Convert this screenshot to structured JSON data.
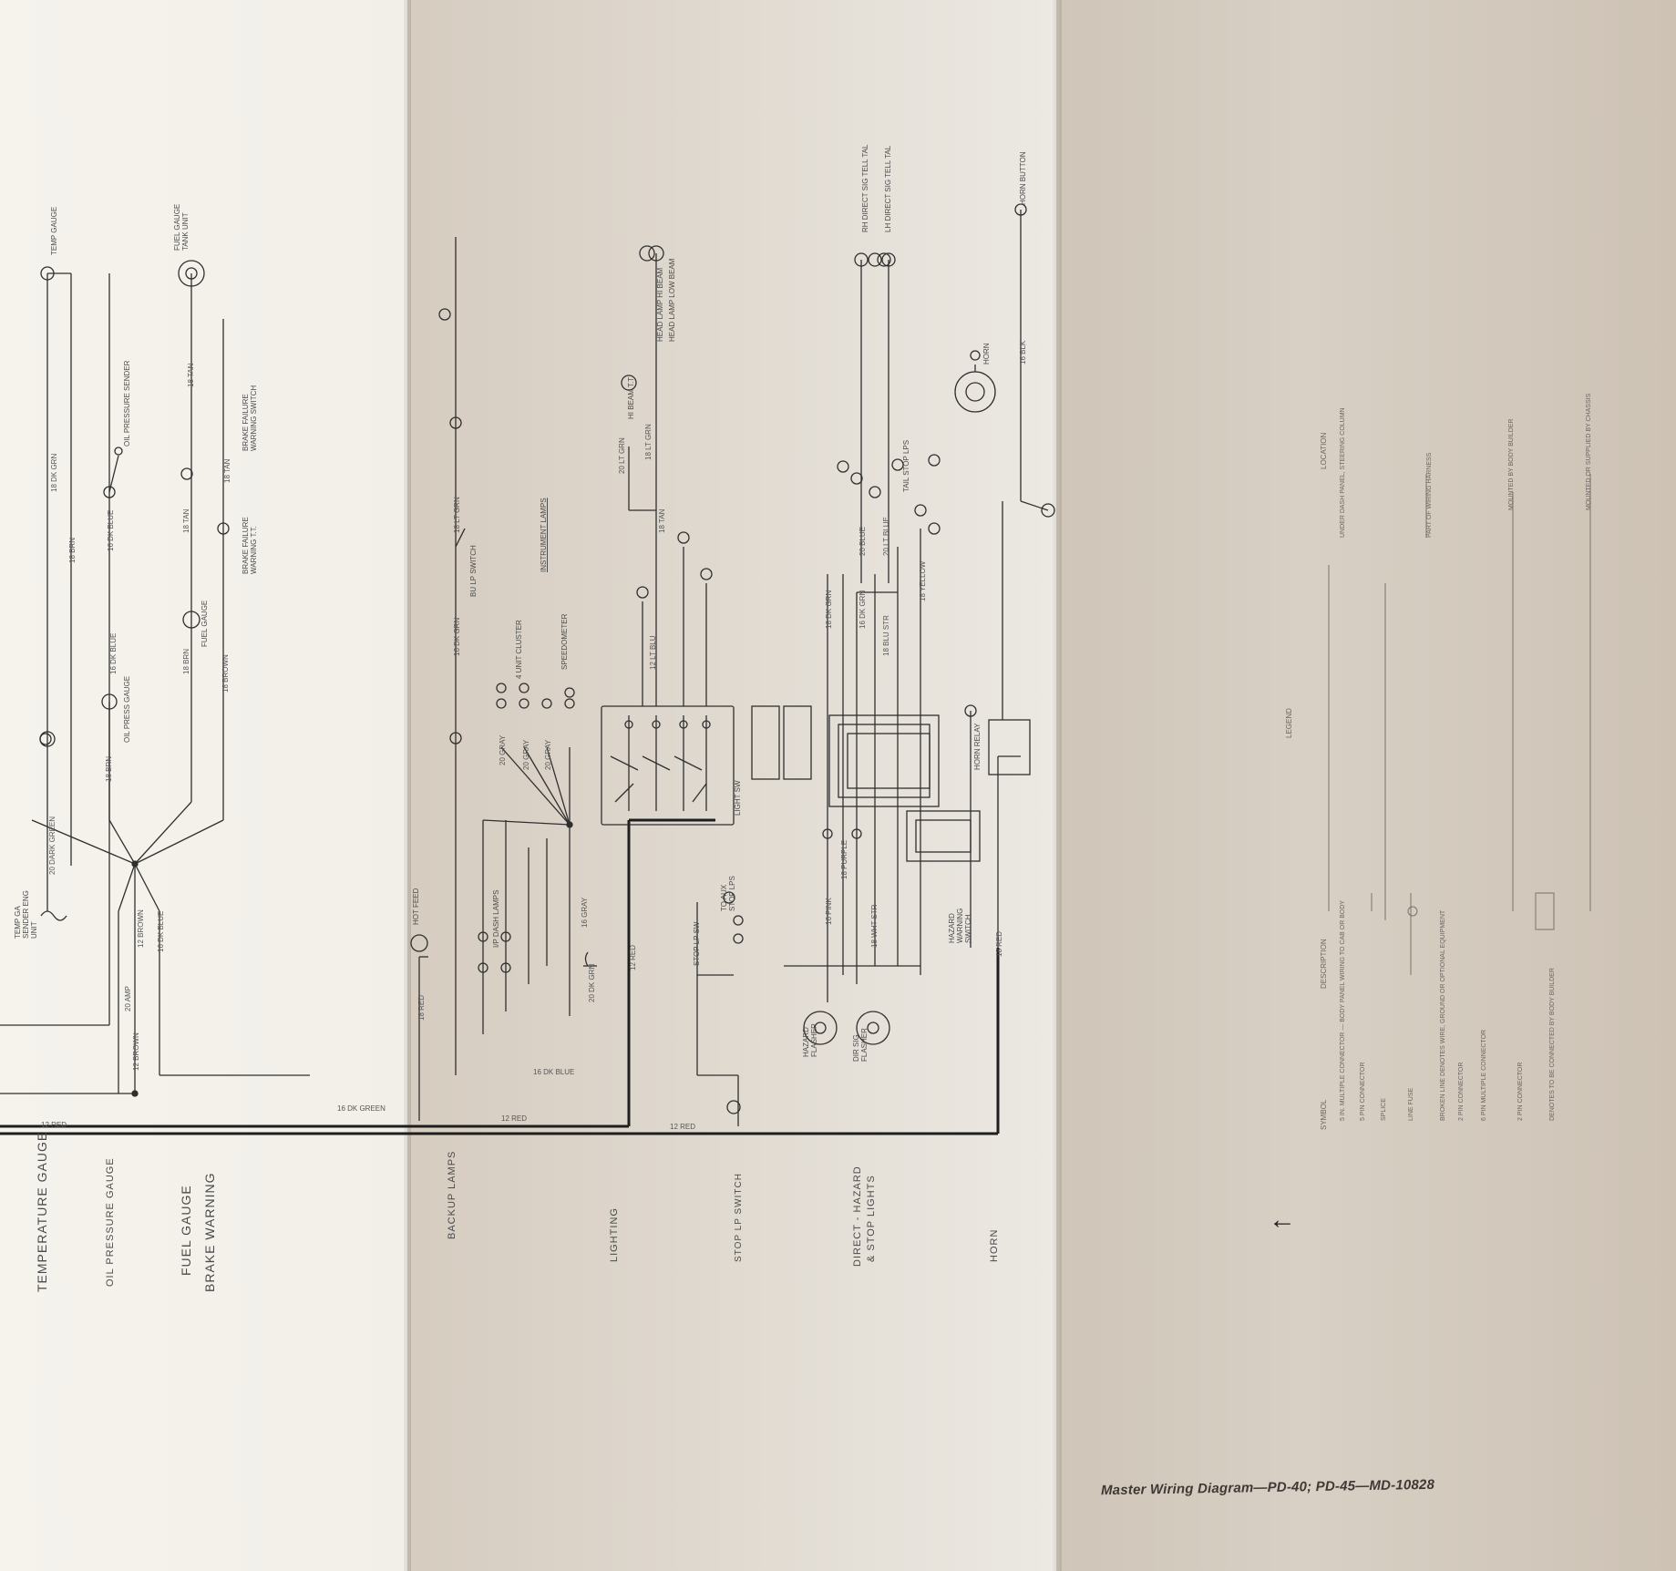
{
  "caption": "Master Wiring Diagram—PD-40; PD-45—MD-10828",
  "sections": {
    "temperature_gauge": "TEMPERATURE GAUGE",
    "oil_pressure_gauge": "OIL PRESSURE GAUGE",
    "fuel_gauge": "FUEL GAUGE",
    "brake_warning": "BRAKE WARNING",
    "backup_lamps": "BACKUP LAMPS",
    "lighting": "LIGHTING",
    "stop_lp_switch": "STOP LP SWITCH",
    "direct_hazard": "DIRECT - HAZARD",
    "stop_lights": "& STOP LIGHTS",
    "horn": "HORN"
  },
  "wires": {
    "dk_green_18": "18 DK GRN",
    "brn_18a": "18 BRN",
    "dark_green_20": "20 DARK GREEN",
    "dk_blue_16": "16 DK BLUE",
    "dk_blue_16b": "16 DK BLUE",
    "brn_18b": "18 BRN",
    "brn_18c": "18 BRN",
    "tan_18": "18 TAN",
    "tan_18b": "18 TAN",
    "brown_18": "18 BROWN",
    "tan_18c": "18 TAN",
    "brown_12": "12 BROWN",
    "brown_12b": "12 BROWN",
    "dk_blue_16c": "16 DK BLUE",
    "dk_green_16": "16 DK GREEN",
    "dk_blue_16d": "16 DK BLUE",
    "red_12": "12 RED",
    "red_12b": "12 RED",
    "red_12c": "12 RED",
    "red_12d": "12 RED",
    "amp_20": "20 AMP",
    "red_18": "18 RED",
    "lt_grn_18": "18 LT GRN",
    "dk_grn_16": "16 DK GRN",
    "gray_20": "20 GRAY",
    "gray_20b": "20 GRAY",
    "gray_20c": "20 GRAY",
    "gray_16": "16 GRAY",
    "dk_grn_20": "20 DK GRN",
    "lt_blu_12": "12 LT BLU",
    "lt_grn_20": "20 LT GRN",
    "lt_grn_18b": "18 LT GRN",
    "tan_18d": "18 TAN",
    "dk_grn_18": "18 DK GRN",
    "dk_grn_16b": "16 DK GRN",
    "purple_18": "18 PURPLE",
    "pink_16": "16 PINK",
    "wht_str_18": "18 WHT STR",
    "blue_20": "20 BLUE",
    "blu_str_18": "18 BLU STR",
    "lt_blue_20": "20 LT BLUE",
    "yellow_18": "18 YELLOW",
    "blk_16": "16 BLK",
    "red_18b": "18 RED"
  },
  "components": {
    "temp_gauge": "TEMP GAUGE",
    "temp_sender": "TEMP GA SENDER ENG UNIT",
    "oil_pressure_sender": "OIL PRESSURE SENDER",
    "oil_press_gauge": "OIL PRESS GAUGE",
    "fuel_gauge_tank": "FUEL GAUGE TANK UNIT",
    "fuel_gauge_comp": "FUEL GAUGE",
    "brake_failure_switch": "BRAKE FAILURE WARNING SWITCH",
    "brake_failure_tt": "BRAKE FAILURE WARNING T.T.",
    "hot_feed": "HOT FEED",
    "bu_lp_switch": "BU LP SWITCH",
    "instrument_lamps": "INSTRUMENT LAMPS",
    "unit_cluster": "4 UNIT CLUSTER",
    "speedometer": "SPEEDOMETER",
    "dash_lamps": "I/P DASH LAMPS",
    "head_lamp_hi": "HEAD LAMP HI BEAM",
    "head_lamp_lo": "HEAD LAMP LOW BEAM",
    "hi_beam_tt": "HI BEAM T.T.",
    "light_sw": "LIGHT SW",
    "stop_lp_sw": "STOP LP SW",
    "hazard_flasher": "HAZARD FLASHER",
    "dir_sig_flasher": "DIR SIG FLASHER",
    "hazard_warning_switch": "HAZARD WARNING SWITCH",
    "horn_relay": "HORN RELAY",
    "horn_button": "HORN BUTTON",
    "horn": "HORN",
    "tail_stop_lps": "TAIL STOP LPS",
    "rh_direct_sig": "RH DIRECT SIG TELL TAL",
    "lh_direct_sig": "LH DIRECT SIG TELL TAL",
    "to_aux_stop": "TO AUX STOP LPS"
  },
  "legend": {
    "title": "LEGEND",
    "col_symbol": "SYMBOL",
    "col_description": "DESCRIPTION",
    "col_location": "LOCATION",
    "items": [
      "5 IN. MULTIPLE CONNECTOR — BODY PANEL WIRING TO CAB OR BODY",
      "5 PIN CONNECTOR",
      "SPLICE",
      "LINE FUSE",
      "BROKEN LINE DENOTES WIRE, GROUND OR OPTIONAL EQUIPMENT",
      "2 PIN CONNECTOR",
      "6 PIN MULTIPLE CONNECTOR",
      "2 PIN CONNECTOR",
      "DENOTES TO BE CONNECTED BY BODY BUILDER"
    ],
    "locations": [
      "UNDER DASH PANEL, STEERING COLUMN",
      "PART OF WIRING HARNESS",
      "MOUNTED BY BODY BUILDER",
      "MOUNTED OR SUPPLIED BY CHASSIS"
    ]
  },
  "colors": {
    "paper_left": "#f3f1ea",
    "paper_middle": "#ddd5cb",
    "paper_right": "#d2c8bb",
    "ink": "#2b2b2b"
  }
}
